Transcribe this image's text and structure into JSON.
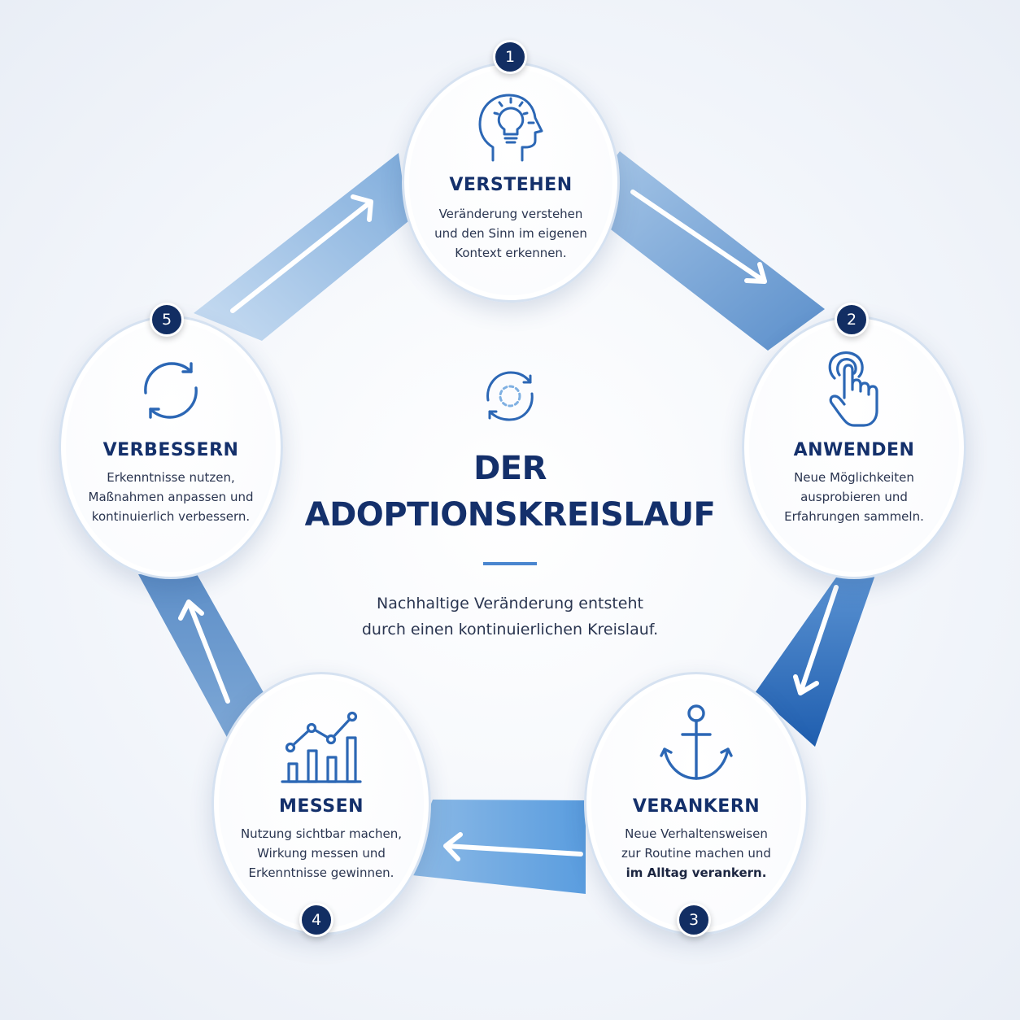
{
  "title": {
    "line1": "DER",
    "line2": "ADOPTIONSKREISLAUF"
  },
  "subtitle": {
    "line1": "Nachhaltige Veränderung entsteht",
    "line2": "durch einen kontinuierlichen Kreislauf."
  },
  "colors": {
    "navy": "#14306b",
    "badge": "#122e63",
    "accent": "#4a86cf",
    "arrow_light": "#a9c8e8",
    "arrow_dark": "#2c67b5"
  },
  "steps": [
    {
      "number": "1",
      "title": "VERSTEHEN",
      "icon": "head-lightbulb-icon",
      "desc": [
        "Veränderung verstehen",
        "und den Sinn im eigenen",
        "Kontext erkennen."
      ]
    },
    {
      "number": "2",
      "title": "ANWENDEN",
      "icon": "tap-hand-icon",
      "desc": [
        "Neue Möglichkeiten",
        "ausprobieren und",
        "Erfahrungen sammeln."
      ]
    },
    {
      "number": "3",
      "title": "VERANKERN",
      "icon": "anchor-icon",
      "desc": [
        "Neue Verhaltensweisen",
        "zur Routine machen und",
        "im Alltag verankern."
      ]
    },
    {
      "number": "4",
      "title": "MESSEN",
      "icon": "bar-chart-icon",
      "desc": [
        "Nutzung sichtbar machen,",
        "Wirkung messen und",
        "Erkenntnisse gewinnen."
      ]
    },
    {
      "number": "5",
      "title": "VERBESSERN",
      "icon": "refresh-cycle-icon",
      "desc": [
        "Erkenntnisse nutzen,",
        "Maßnahmen anpassen und",
        "kontinuierlich verbessern."
      ]
    }
  ]
}
